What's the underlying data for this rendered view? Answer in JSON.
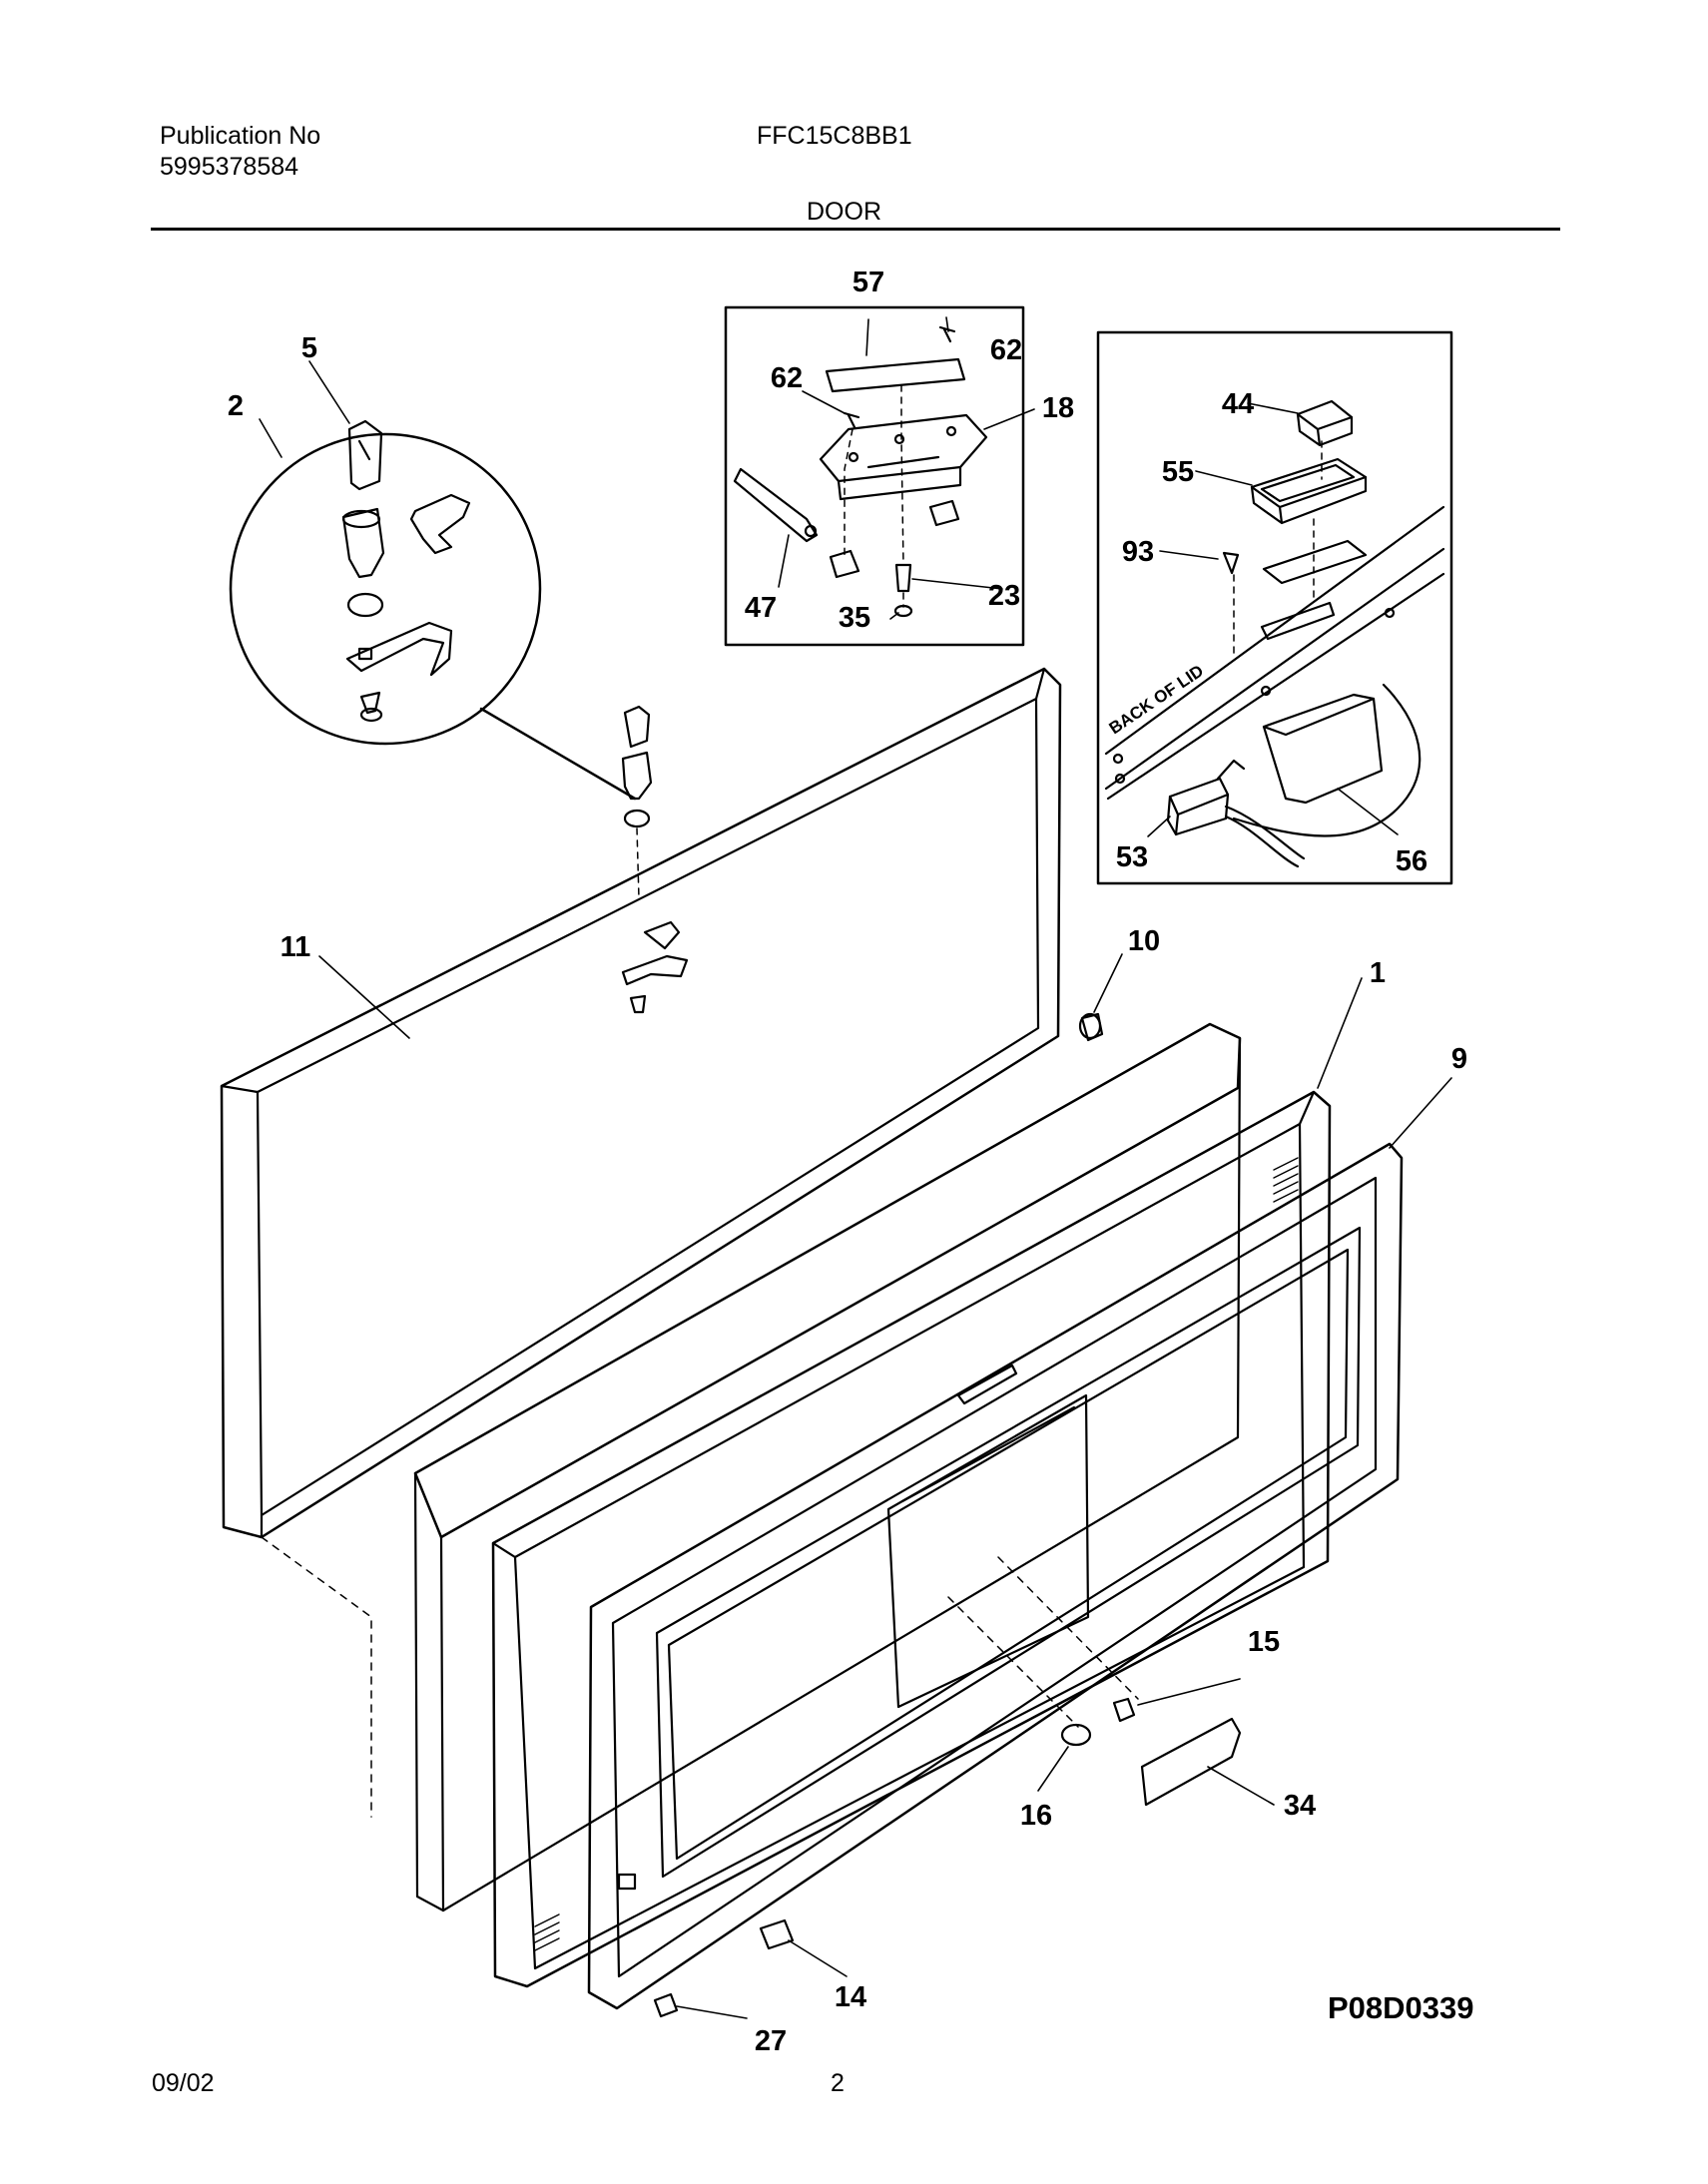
{
  "header": {
    "publication_label": "Publication No",
    "publication_number": "5995378584",
    "model": "FFC15C8BB1",
    "section": "DOOR"
  },
  "footer": {
    "date": "09/02",
    "page": "2"
  },
  "diagram": {
    "drawing_code": "P08D0339",
    "back_of_lid_label": "BACK OF LID",
    "callouts": [
      "57",
      "62",
      "62",
      "18",
      "47",
      "23",
      "35",
      "5",
      "2",
      "44",
      "55",
      "93",
      "53",
      "56",
      "11",
      "10",
      "1",
      "9",
      "15",
      "16",
      "34",
      "14",
      "27"
    ]
  }
}
